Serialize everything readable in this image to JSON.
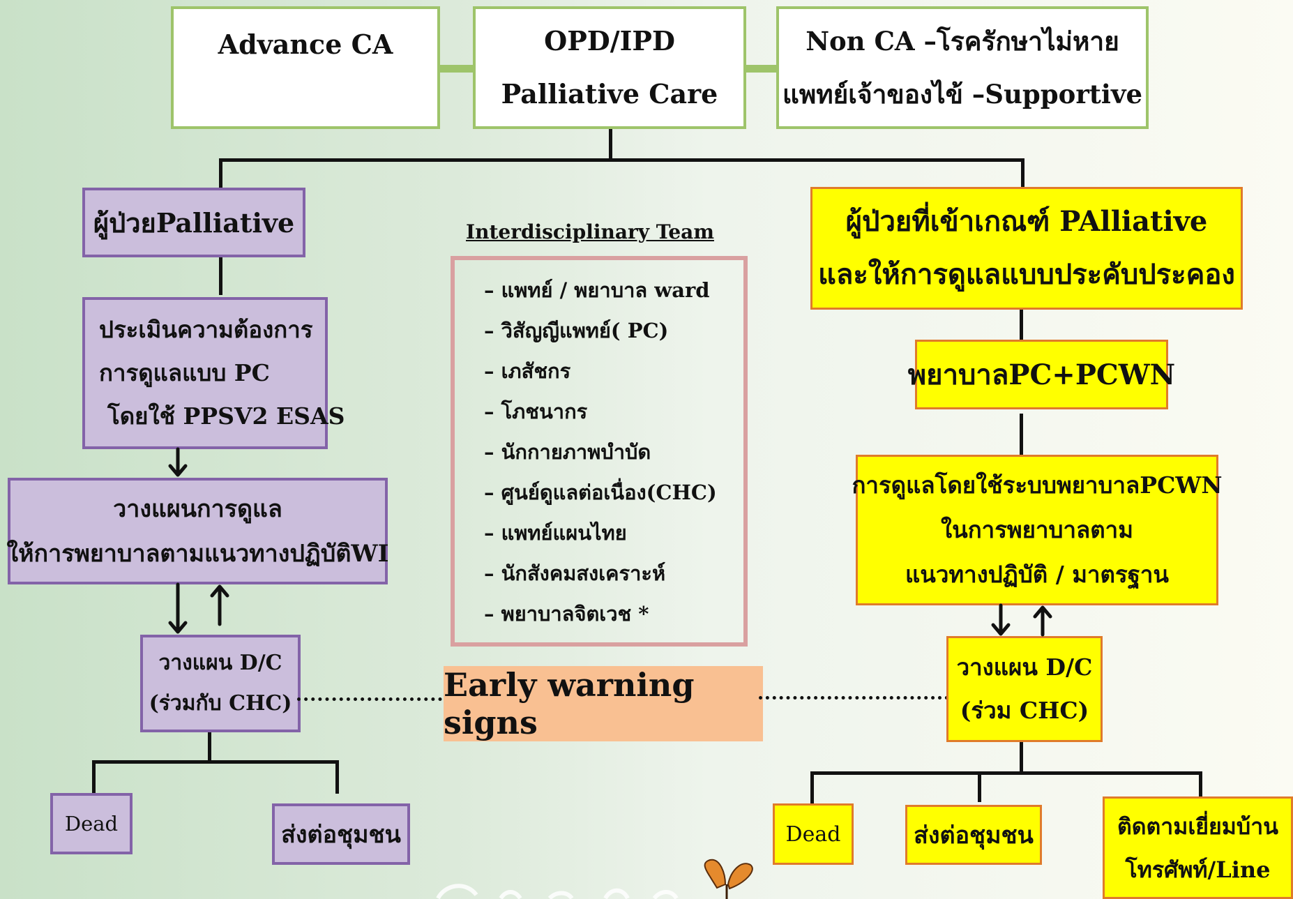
{
  "top": {
    "advance_ca": "Advance CA",
    "center_line1": "OPD/IPD",
    "center_line2": "Palliative Care",
    "nonca_line1": "Non CA –โรครักษาไม่หาย",
    "nonca_line2": "แพทย์เจ้าของไข้ –Supportive"
  },
  "left": {
    "patient": "ผู้ป่วยPalliative",
    "assess_line1": "ประเมินความต้องการ",
    "assess_line2": "การดูแลแบบ PC",
    "assess_line3": "โดยใช้ PPSV2 ESAS",
    "plan_line1": "วางแผนการดูแล",
    "plan_line2": "ให้การพยาบาลตามแนวทางปฏิบัติWI",
    "dc_line1": "วางแผน D/C",
    "dc_line2": "(ร่วมกับ CHC)",
    "dead": "Dead",
    "refer": "ส่งต่อชุมชน"
  },
  "team": {
    "title": "Interdisciplinary Team",
    "members": [
      "– แพทย์ / พยาบาล ward",
      "– วิสัญญีแพทย์( PC)",
      "– เภสัชกร",
      "– โภชนากร",
      "– นักกายภาพบำบัด",
      "– ศูนย์ดูแลต่อเนื่อง(CHC)",
      "– แพทย์แผนไทย",
      "– นักสังคมสงเคราะห์",
      "– พยาบาลจิตเวช *"
    ]
  },
  "ews": "Early warning signs",
  "right": {
    "criteria_line1": "ผู้ป่วยที่เข้าเกณฑ์ PAlliative",
    "criteria_line2": "และให้การดูแลแบบประคับประคอง",
    "nurse": "พยาบาลPC+PCWN",
    "care_line1": "การดูแลโดยใช้ระบบพยาบาลPCWN",
    "care_line2": "ในการพยาบาลตาม",
    "care_line3": "แนวทางปฏิบัติ / มาตรฐาน",
    "dc_line1": "วางแผน D/C",
    "dc_line2": "(ร่วม CHC)",
    "dead": "Dead",
    "refer": "ส่งต่อชุมชน",
    "follow_line1": "ติดตามเยี่ยมบ้าน",
    "follow_line2": "โทรศัพท์/Line"
  },
  "colors": {
    "green_border": "#9ec46a",
    "purple_fill": "#cbbedc",
    "purple_border": "#8363a8",
    "yellow_fill": "#ffff00",
    "orange_border": "#e07b2a",
    "team_border": "#d9a0a0",
    "ews_fill": "#f9c092"
  }
}
